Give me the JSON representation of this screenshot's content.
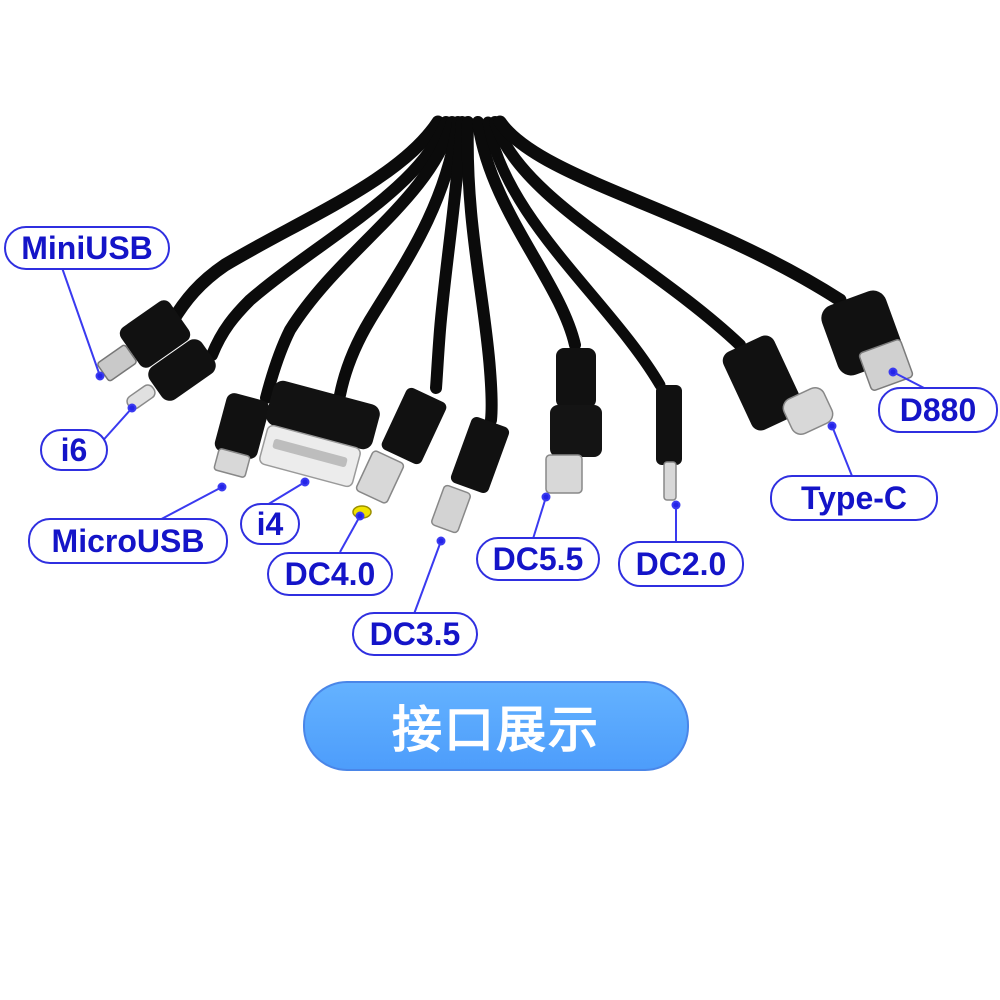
{
  "labels": {
    "miniusb": "MiniUSB",
    "i6": "i6",
    "microusb": "MicroUSB",
    "i4": "i4",
    "dc40": "DC4.0",
    "dc35": "DC3.5",
    "dc55": "DC5.5",
    "dc20": "DC2.0",
    "typec": "Type-C",
    "d880": "D880"
  },
  "banner": {
    "text": "接口展示"
  },
  "colors": {
    "label_border": "#2f2fe0",
    "label_text": "#1414c8",
    "pointer_line": "#3a3af0",
    "banner_fill": "#5aa8ff",
    "cable": "#0a0a0a"
  }
}
